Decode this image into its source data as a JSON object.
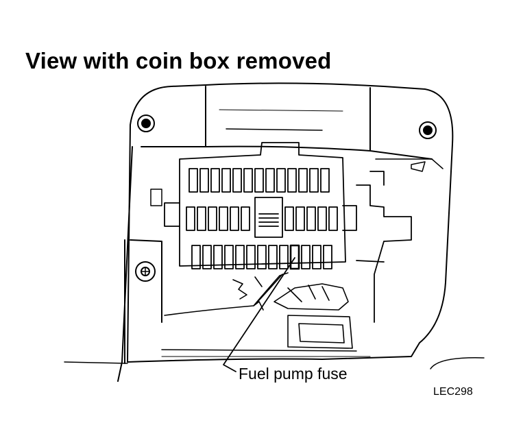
{
  "title": "View with coin box removed",
  "callout_label": "Fuel pump fuse",
  "figure_code": "LEC298"
}
